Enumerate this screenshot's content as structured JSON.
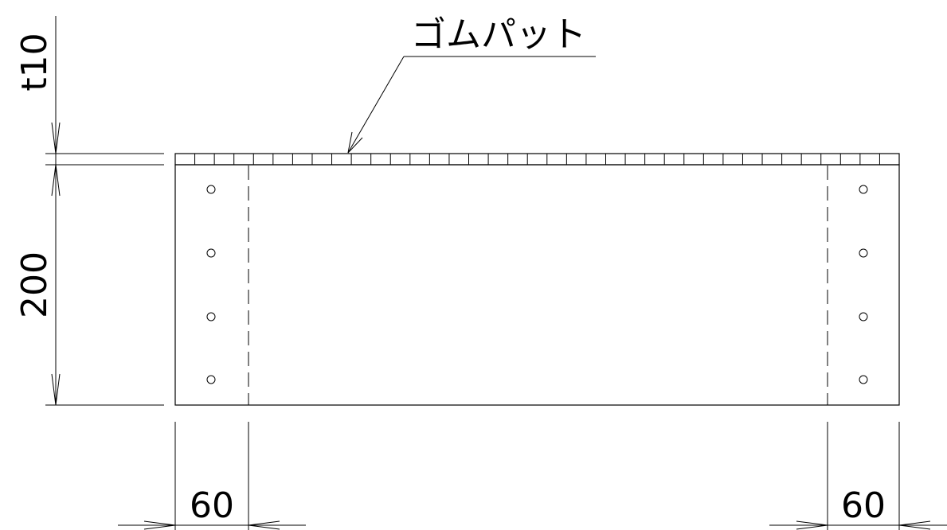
{
  "callout": {
    "label": "ゴムパット"
  },
  "dimensions": {
    "pad_thickness": "t10",
    "height": "200",
    "left_flange_width": "60",
    "right_flange_width": "60"
  },
  "features": {
    "bolt_holes_per_side": 4,
    "pad_segments": 37
  }
}
